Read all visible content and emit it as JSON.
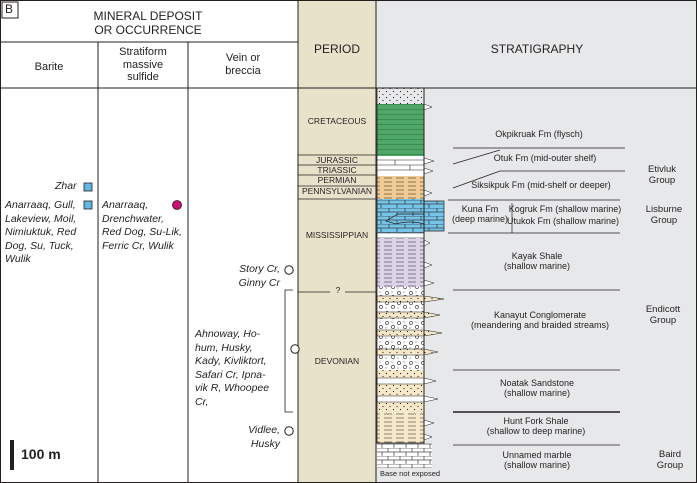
{
  "panel_label": "B",
  "headers": {
    "deposit": "MINERAL DEPOSIT\nOR OCCURRENCE",
    "barite": "Barite",
    "sms": "Stratiform\nmassive\nsulfide",
    "vein": "Vein or\nbreccia",
    "period": "PERIOD",
    "strat": "STRATIGRAPHY"
  },
  "periods": {
    "cretaceous": "CRETACEOUS",
    "jurassic": "JURASSIC",
    "triassic": "TRIASSIC",
    "permian": "PERMIAN",
    "pennsylvanian": "PENNSYLVANIAN",
    "mississippian": "MISSISSIPPIAN",
    "devonian": "DEVONIAN",
    "uncertain": "?"
  },
  "formations": {
    "okpikruak": "Okpikruak Fm (flysch)",
    "otuk": "Otuk Fm (mid-outer shelf)",
    "siksikpuk": "Siksikpuk Fm (mid-shelf or deeper)",
    "kuna": "Kuna Fm\n(deep marine)",
    "kogruk": "Kogruk Fm (shallow marine)",
    "utukok": "Utukok Fm (shallow marine)",
    "kayak": "Kayak Shale\n(shallow marine)",
    "kanayut": "Kanayut Conglomerate\n(meandering and braided streams)",
    "noatak": "Noatak Sandstone\n(shallow marine)",
    "huntfork": "Hunt Fork Shale\n(shallow to deep marine)",
    "marble": "Unnamed marble\n(shallow marine)"
  },
  "groups": {
    "etivluk": "Etivluk\nGroup",
    "lisburne": "Lisburne\nGroup",
    "endicott": "Endicott\nGroup",
    "baird": "Baird\nGroup"
  },
  "deposits": {
    "zhar": "Zhar",
    "barite_list": "Anarraaq, Gull,\nLakeview, Moil,\nNimiuktuk, Red\nDog, Su, Tuck,\nWulik",
    "sms_list": "Anarraaq,\nDrenchwater,\nRed Dog, Su-Lik,\nFerric Cr, Wulik",
    "story": "Story Cr,\nGinny Cr",
    "ahnoway": "Ahnoway, Ho-\nhum, Husky,\nKady, Kivliktort,\nSafari Cr, Ipna-\nvik R, Whoopee\nCr,",
    "vidlee": "Vidlee,\nHusky"
  },
  "base_note": "Base not exposed",
  "scale_label": "100 m",
  "colors": {
    "line": "#231f20",
    "period_fill": "#e9e2cb",
    "strat_fill": "#e7e8e9",
    "barite_marker": "#61b8e4",
    "sms_marker": "#cc0f73",
    "cretaceous": "#4fa868",
    "permian": "#f1cb92",
    "lisburne": "#76c3e8",
    "mississippian": "#dcd3e8",
    "sandstone": "#f6e8c9"
  }
}
